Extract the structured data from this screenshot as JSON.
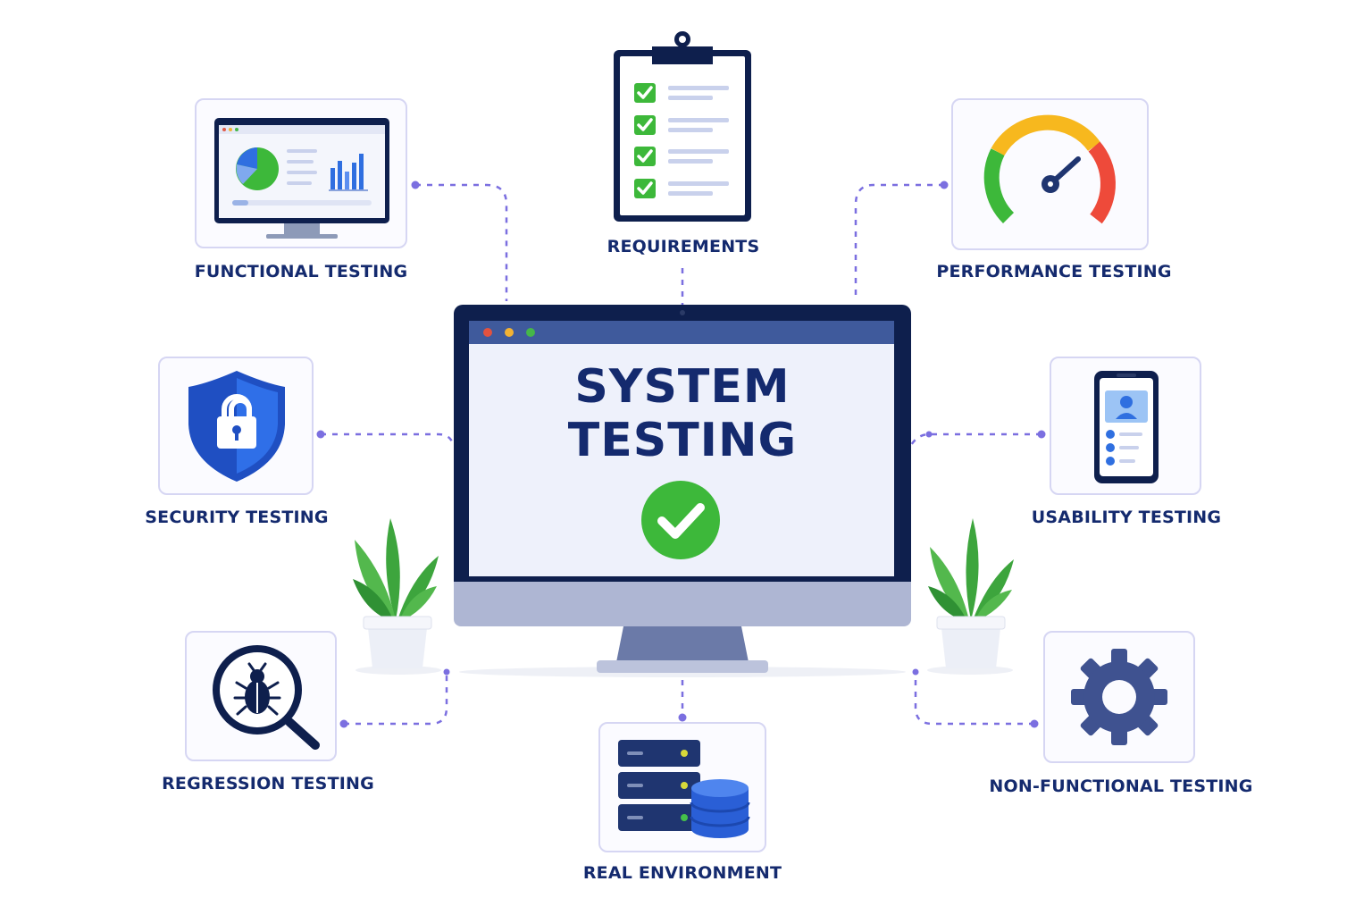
{
  "center": {
    "line1": "SYSTEM",
    "line2": "TESTING",
    "status_icon": "check-circle-icon"
  },
  "nodes": {
    "functional": {
      "label": "FUNCTIONAL TESTING",
      "icon": "dashboard-monitor-icon"
    },
    "requirements": {
      "label": "REQUIREMENTS",
      "icon": "checklist-clipboard-icon"
    },
    "performance": {
      "label": "PERFORMANCE TESTING",
      "icon": "speedometer-icon"
    },
    "security": {
      "label": "SECURITY TESTING",
      "icon": "shield-lock-icon"
    },
    "usability": {
      "label": "USABILITY TESTING",
      "icon": "mobile-profile-icon"
    },
    "regression": {
      "label": "REGRESSION TESTING",
      "icon": "bug-magnifier-icon"
    },
    "environment": {
      "label": "REAL ENVIRONMENT",
      "icon": "server-database-icon"
    },
    "nonfunctional": {
      "label": "NON-FUNCTIONAL TESTING",
      "icon": "gear-icon"
    }
  },
  "colors": {
    "navy": "#142a6e",
    "connector": "#7b6fe0",
    "check_green": "#3db83a",
    "shield_blue": "#2a63d8",
    "card_border": "#d6d6f3"
  }
}
